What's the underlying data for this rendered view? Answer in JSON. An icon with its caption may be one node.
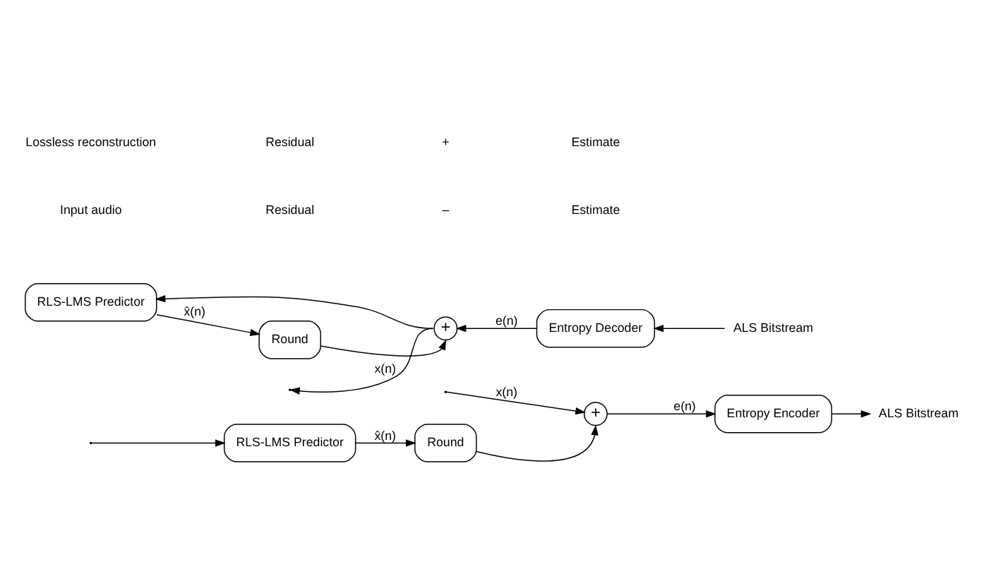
{
  "diagram": {
    "nodes": [
      {
        "text": [
          "+"
        ]
      },
      {
        "text": [
          "Entropy Encoder"
        ]
      },
      {
        "text": [
          "Round"
        ]
      },
      {
        "text": [
          "RLS-LMS Predictor"
        ]
      },
      {
        "text": [
          "ALS Bitstream"
        ]
      },
      {
        "text": [
          "+"
        ]
      },
      {
        "text": [
          "Entropy Decoder"
        ]
      },
      {
        "text": [
          "ALS Bitstream"
        ]
      },
      {
        "text": [
          "Round"
        ]
      },
      {
        "text": [
          "RLS-LMS Predictor"
        ]
      }
    ],
    "edges": [
      {
        "from": null,
        "to": 0,
        "arrow": "to",
        "label": "x(n)"
      },
      {
        "from": null,
        "to": 3,
        "arrow": "to"
      },
      {
        "from": 0,
        "to": 1,
        "arrow": "to",
        "label": "e(n)"
      },
      {
        "from": 1,
        "to": 4,
        "arrow": "to"
      },
      {
        "from": 3,
        "to": 2,
        "arrow": "to",
        "label": "x̂(n)"
      },
      {
        "from": 2,
        "to": 0,
        "arrow": "to"
      },
      {
        "from": 7,
        "to": 6,
        "arrow": "to"
      },
      {
        "from": 6,
        "to": 5,
        "arrow": "to",
        "label": "e(n)"
      },
      {
        "from": 5,
        "to": null,
        "arrow": "to",
        "label": "x(n)"
      },
      {
        "from": 5,
        "to": 9,
        "arrow": "to"
      },
      {
        "from": 9,
        "to": 8,
        "arrow": "to",
        "label": "x̂(n)"
      },
      {
        "from": 8,
        "to": 5,
        "arrow": "to"
      }
    ],
    "labels": [
      "Input audio",
      "Residual",
      "–",
      "Estimate",
      "Lossless reconstruction",
      "Residual",
      "+",
      "Estimate"
    ]
  }
}
